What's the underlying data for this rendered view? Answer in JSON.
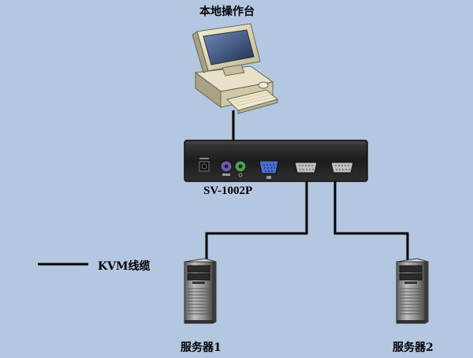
{
  "labels": {
    "local_console": "本地操作台",
    "device_model": "SV-1002P",
    "server1": "服务器1",
    "server2": "服务器2"
  },
  "legend": {
    "kvm_cable": "KVM线缆"
  },
  "colors": {
    "background": "#b3c7e1",
    "kvm_body": "#2a2a2a",
    "ps2_keyboard": "#6f5bb5",
    "ps2_mouse": "#4f9e5a",
    "vga_port": "#4a6fd0",
    "cable": "#000000"
  }
}
